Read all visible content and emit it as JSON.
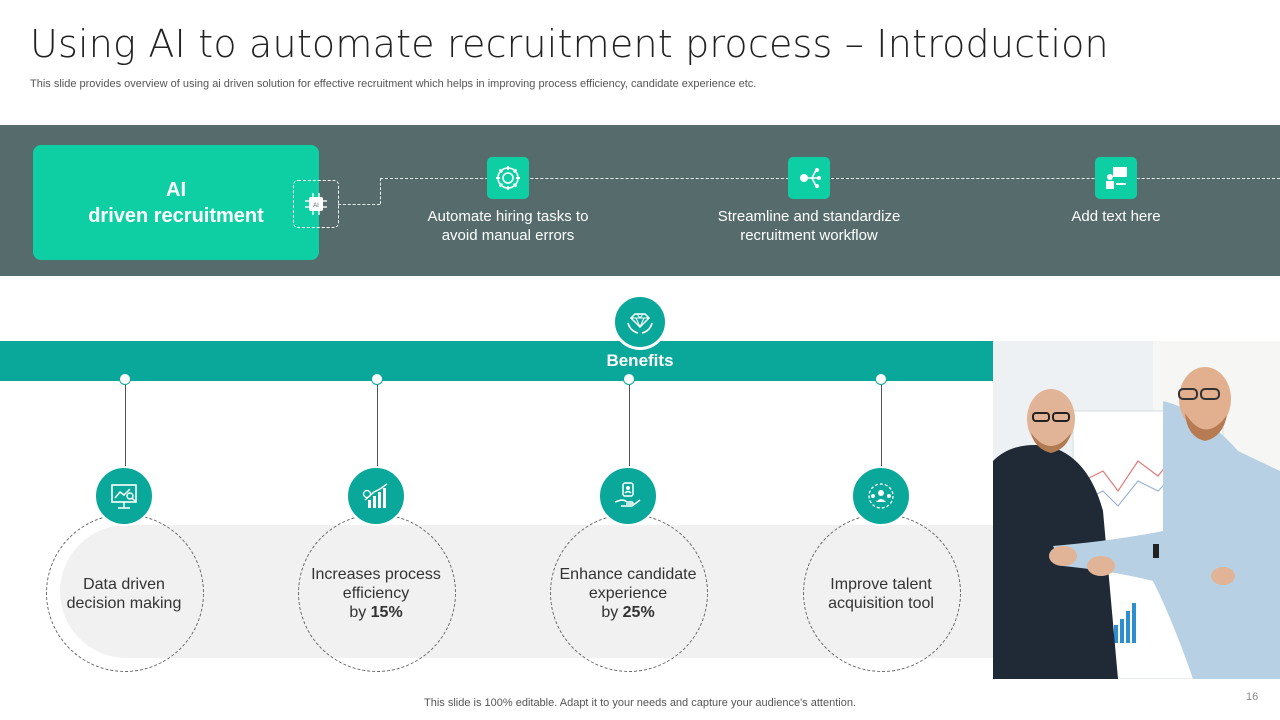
{
  "header": {
    "title": "Using AI to automate recruitment process – Introduction",
    "subtitle": "This slide provides overview of using ai driven solution for effective recruitment which helps in improving process efficiency, candidate experience etc."
  },
  "top": {
    "ai_box_line1": "AI",
    "ai_box_line2": "driven recruitment",
    "chip_label": "AI",
    "features": [
      {
        "line1": "Automate hiring tasks to",
        "line2": "avoid manual errors",
        "icon": "gear-icon"
      },
      {
        "line1": "Streamline and standardize",
        "line2": "recruitment workflow",
        "icon": "workflow-icon"
      },
      {
        "line1": "Add text here",
        "line2": "",
        "icon": "presentation-icon"
      }
    ]
  },
  "benefits": {
    "label": "Benefits",
    "icon": "diamond-hands-icon",
    "items": [
      {
        "line1": "Data driven",
        "line2": "decision making",
        "pre": "",
        "bold": "",
        "icon": "analytics-board-icon"
      },
      {
        "line1": "Increases process",
        "line2": "efficiency",
        "pre": "by ",
        "bold": "15%",
        "icon": "growth-chart-icon"
      },
      {
        "line1": "Enhance candidate",
        "line2": "experience",
        "pre": "by ",
        "bold": "25%",
        "icon": "candidate-hand-icon"
      },
      {
        "line1": "Improve talent",
        "line2": "acquisition tool",
        "pre": "",
        "bold": "",
        "icon": "team-target-icon"
      }
    ]
  },
  "footer": {
    "text": "This slide is 100% editable. Adapt it to your needs and capture your audience's attention.",
    "page": "16"
  },
  "colors": {
    "teal": "#09a89a",
    "mint": "#0ecfa3",
    "band": "#566c6c"
  }
}
